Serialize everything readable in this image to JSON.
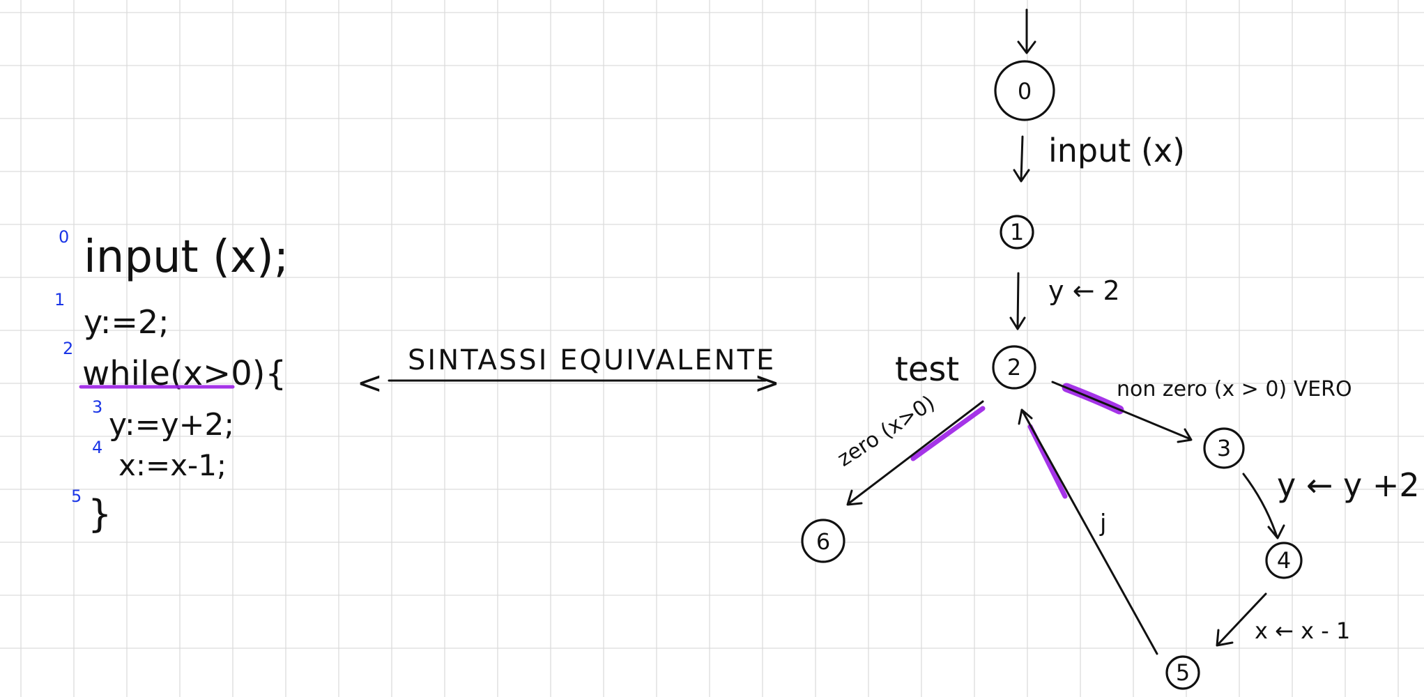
{
  "code": {
    "lines": [
      {
        "num": "0",
        "text": "input (x);"
      },
      {
        "num": "1",
        "text": "y:=2;"
      },
      {
        "num": "2",
        "text": "while(x>0){"
      },
      {
        "num": "3",
        "text": "y:=y+2;"
      },
      {
        "num": "4",
        "text": "x:=x-1;"
      },
      {
        "num": "5",
        "text": "}"
      }
    ]
  },
  "equivalence": {
    "label": "SINTASSI EQUIVALENTE",
    "left_symbol": "<",
    "right_symbol": ">"
  },
  "graph": {
    "nodes": [
      {
        "id": "0",
        "label": "0"
      },
      {
        "id": "1",
        "label": "1"
      },
      {
        "id": "2",
        "label": "2"
      },
      {
        "id": "3",
        "label": "3"
      },
      {
        "id": "4",
        "label": "4"
      },
      {
        "id": "5",
        "label": "5"
      },
      {
        "id": "6",
        "label": "6"
      }
    ],
    "edge_labels": {
      "e01": "input (x)",
      "e12": "y ← 2",
      "test": "test",
      "e23": "non zero  (x > 0)  VERO",
      "e26": "zero (x>0)",
      "e34": "y ← y +2",
      "e45": "x ← x - 1",
      "e52": "j"
    }
  },
  "colors": {
    "ink": "#111111",
    "line_numbers": "#1a35e6",
    "highlight": "#9b1ee6",
    "grid": "#dcdcdc"
  }
}
